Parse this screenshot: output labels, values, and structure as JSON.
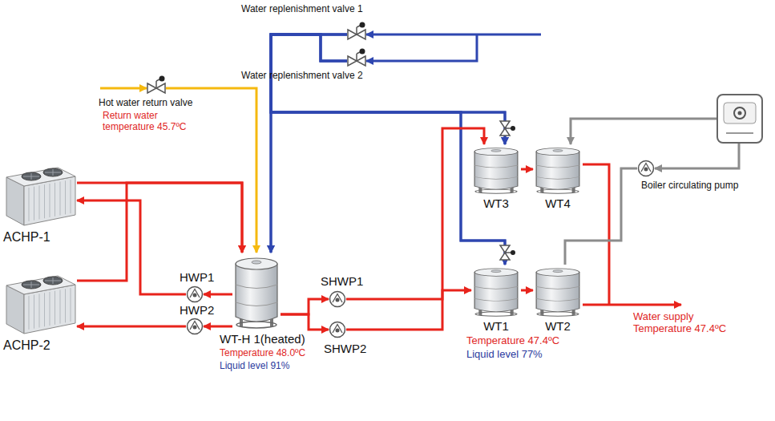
{
  "diagram": {
    "nodes": [
      {
        "text": [
          "Water replenishment valve 1"
        ]
      },
      {
        "text": [
          "Water replenishment valve 2"
        ]
      },
      {
        "text": [
          "Hot water return valve",
          "Return water temperature 45.7ºC"
        ]
      },
      {
        "text": [
          "ACHP-1"
        ]
      },
      {
        "text": [
          "ACHP-2"
        ]
      },
      {
        "text": [
          "HWP1"
        ]
      },
      {
        "text": [
          "HWP2"
        ]
      },
      {
        "text": [
          "WT-H 1(heated)",
          "Temperature 48.0ºC",
          "Liquid level 91%"
        ]
      },
      {
        "text": [
          "SHWP1"
        ]
      },
      {
        "text": [
          "SHWP2"
        ]
      },
      {
        "text": [
          "WT3"
        ]
      },
      {
        "text": [
          "WT4"
        ]
      },
      {
        "text": [
          "WT1",
          "Temperature 47.4ºC",
          "Liquid level 77%"
        ]
      },
      {
        "text": [
          "WT2"
        ]
      },
      {
        "text": [
          "Boiler circulating pump"
        ]
      }
    ],
    "edges": [
      {
        "from": 0,
        "to": 7,
        "arrow": "to"
      },
      {
        "from": 1,
        "to": 7,
        "arrow": "to"
      },
      {
        "from": 0,
        "to": 10,
        "arrow": "to"
      },
      {
        "from": 1,
        "to": 10,
        "arrow": "to"
      },
      {
        "from": 0,
        "to": 12,
        "arrow": "to"
      },
      {
        "from": 1,
        "to": 12,
        "arrow": "to"
      },
      {
        "from": 2,
        "to": 7,
        "arrow": "to"
      },
      {
        "from": 3,
        "to": 7,
        "arrow": "to"
      },
      {
        "from": 4,
        "to": 7,
        "arrow": "to"
      },
      {
        "from": 7,
        "to": 5,
        "arrow": "to"
      },
      {
        "from": 5,
        "to": 3,
        "arrow": "to"
      },
      {
        "from": 7,
        "to": 6,
        "arrow": "to"
      },
      {
        "from": 6,
        "to": 4,
        "arrow": "to"
      },
      {
        "from": 7,
        "to": 8,
        "arrow": "to"
      },
      {
        "from": 7,
        "to": 9,
        "arrow": "to"
      },
      {
        "from": 8,
        "to": 10,
        "arrow": "to"
      },
      {
        "from": 9,
        "to": 12,
        "arrow": "to"
      },
      {
        "from": 10,
        "to": 11,
        "arrow": "to"
      },
      {
        "from": 12,
        "to": 13,
        "arrow": "to"
      },
      {
        "from": 14,
        "to": 13,
        "arrow": "none"
      }
    ],
    "labels": [
      "Water supply Temperature 47.4ºC"
    ]
  }
}
